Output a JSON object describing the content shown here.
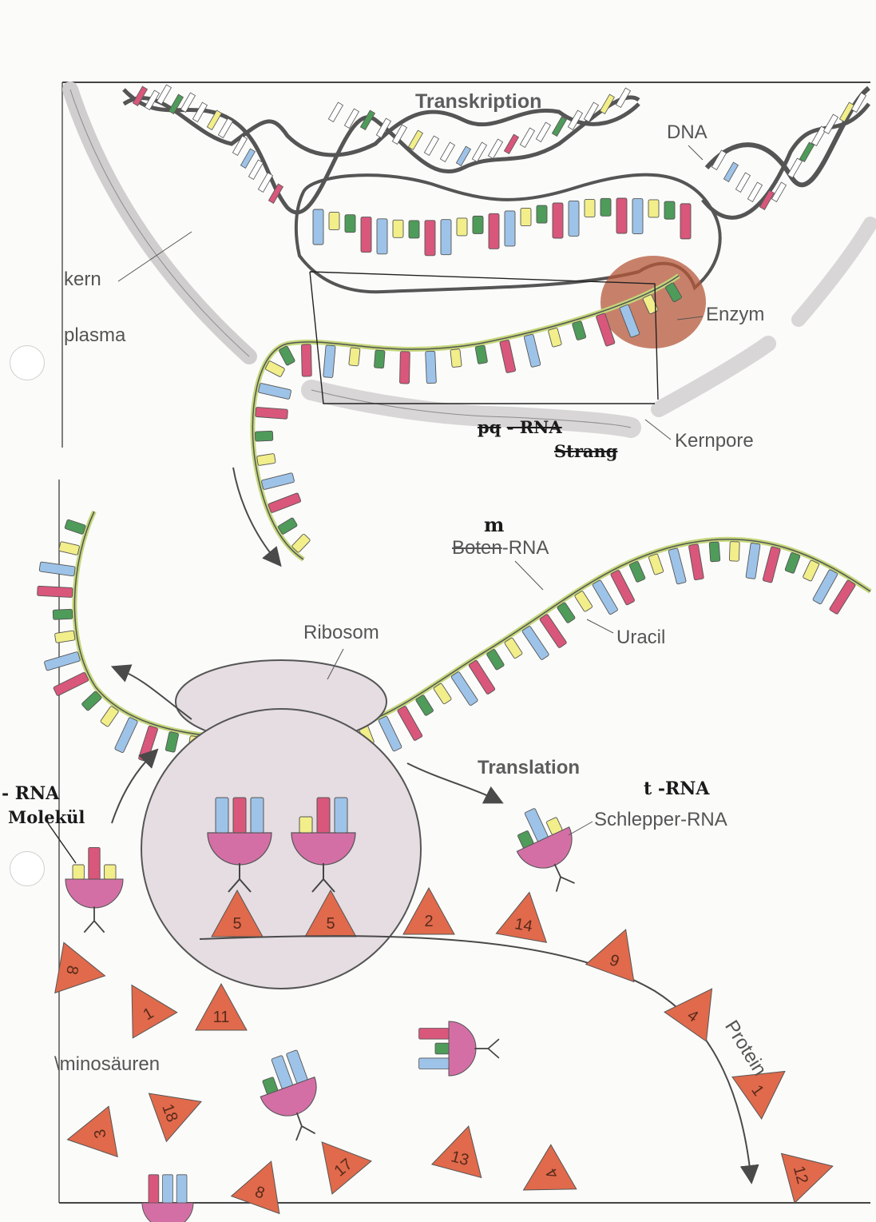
{
  "colors": {
    "red": "#d9577b",
    "blue": "#9ec3e8",
    "yellow": "#f2ee8a",
    "green": "#4f9b5a",
    "trna": "#d46fa6",
    "amino": "#e06a4b",
    "enzyme": "#b5583a",
    "membrane": "#d8d6d6",
    "ribosome": "#e5dde2"
  },
  "labels": {
    "transkription": "Transkription",
    "dna": "DNA",
    "kern": "kern",
    "plasma": "plasma",
    "enzym": "Enzym",
    "kernpore": "Kernpore",
    "boten_rna_struck": "Boten",
    "boten_rna_suffix": "-RNA",
    "ribosom": "Ribosom",
    "uracil": "Uracil",
    "translation": "Translation",
    "schlepper_rna": "Schlepper-RNA",
    "protein": "Protein",
    "aminosaeuren": "\\minosäuren"
  },
  "handwritten": {
    "m_note": "m",
    "t_rna": "t -RNA",
    "rna_molekuel_line1": "- RNA",
    "rna_molekuel_line2": "Molekül",
    "rna_strang_struck_prefix": "pq",
    "rna_strang_line1": "- RNA",
    "rna_strang_line2": "Strang"
  },
  "ribosome_aminoacids": [
    "5",
    "5"
  ],
  "protein_chain": [
    "2",
    "14",
    "9",
    "4",
    "1",
    "12"
  ],
  "free_aminoacids": [
    "8",
    "1",
    "11",
    "18",
    "3",
    "17",
    "13",
    "4",
    "8"
  ]
}
